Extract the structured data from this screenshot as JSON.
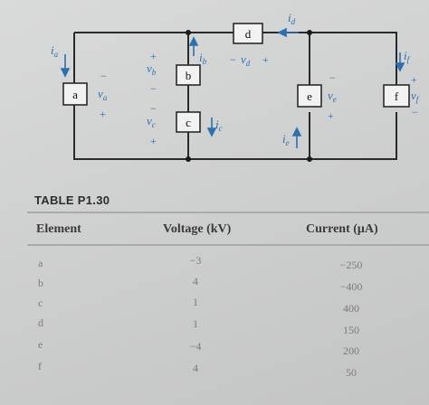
{
  "circuit": {
    "elements": [
      "a",
      "b",
      "c",
      "d",
      "e",
      "f"
    ],
    "currents": {
      "a": "ia",
      "b": "ib",
      "c": "ic",
      "d": "id",
      "e": "ie",
      "f": "if"
    },
    "voltages": {
      "a": "va",
      "b": "vb",
      "c": "vc",
      "d": "vd",
      "e": "ve",
      "f": "vf"
    }
  },
  "table": {
    "title": "TABLE P1.30",
    "headers": [
      "Element",
      "Voltage (kV)",
      "Current (μA)"
    ],
    "rows": [
      {
        "element": "a",
        "voltage": "−3",
        "current": "−250"
      },
      {
        "element": "b",
        "voltage": "4",
        "current": "−400"
      },
      {
        "element": "c",
        "voltage": "1",
        "current": "400"
      },
      {
        "element": "d",
        "voltage": "1",
        "current": "150"
      },
      {
        "element": "e",
        "voltage": "−4",
        "current": "200"
      },
      {
        "element": "f",
        "voltage": "4",
        "current": "50"
      }
    ]
  }
}
